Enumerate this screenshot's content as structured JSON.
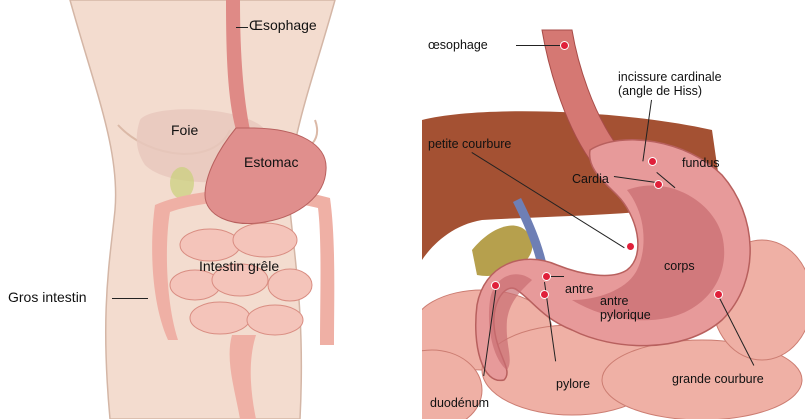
{
  "left": {
    "labels": {
      "oesophage": "Œsophage",
      "foie": "Foie",
      "estomac": "Estomac",
      "intestin_grele": "Intestin grêle",
      "gros_intestin": "Gros intestin"
    }
  },
  "right": {
    "labels": {
      "oesophage": "œsophage",
      "incissure": "incissure cardinale\n(angle de Hiss)",
      "petite_courbure": "petite courbure",
      "fundus": "fundus",
      "cardia": "Cardia",
      "corps": "corps",
      "antre": "antre",
      "antre_pylorique": "antre\npylorique",
      "duodenum": "duodénum",
      "pylore": "pylore",
      "grande_courbure": "grande courbure"
    }
  },
  "colors": {
    "skin": "#f3dccf",
    "stomach": "#e79a9a",
    "intestine": "#f2b9ae",
    "liver": "#a45133",
    "marker": "#e0203a"
  }
}
